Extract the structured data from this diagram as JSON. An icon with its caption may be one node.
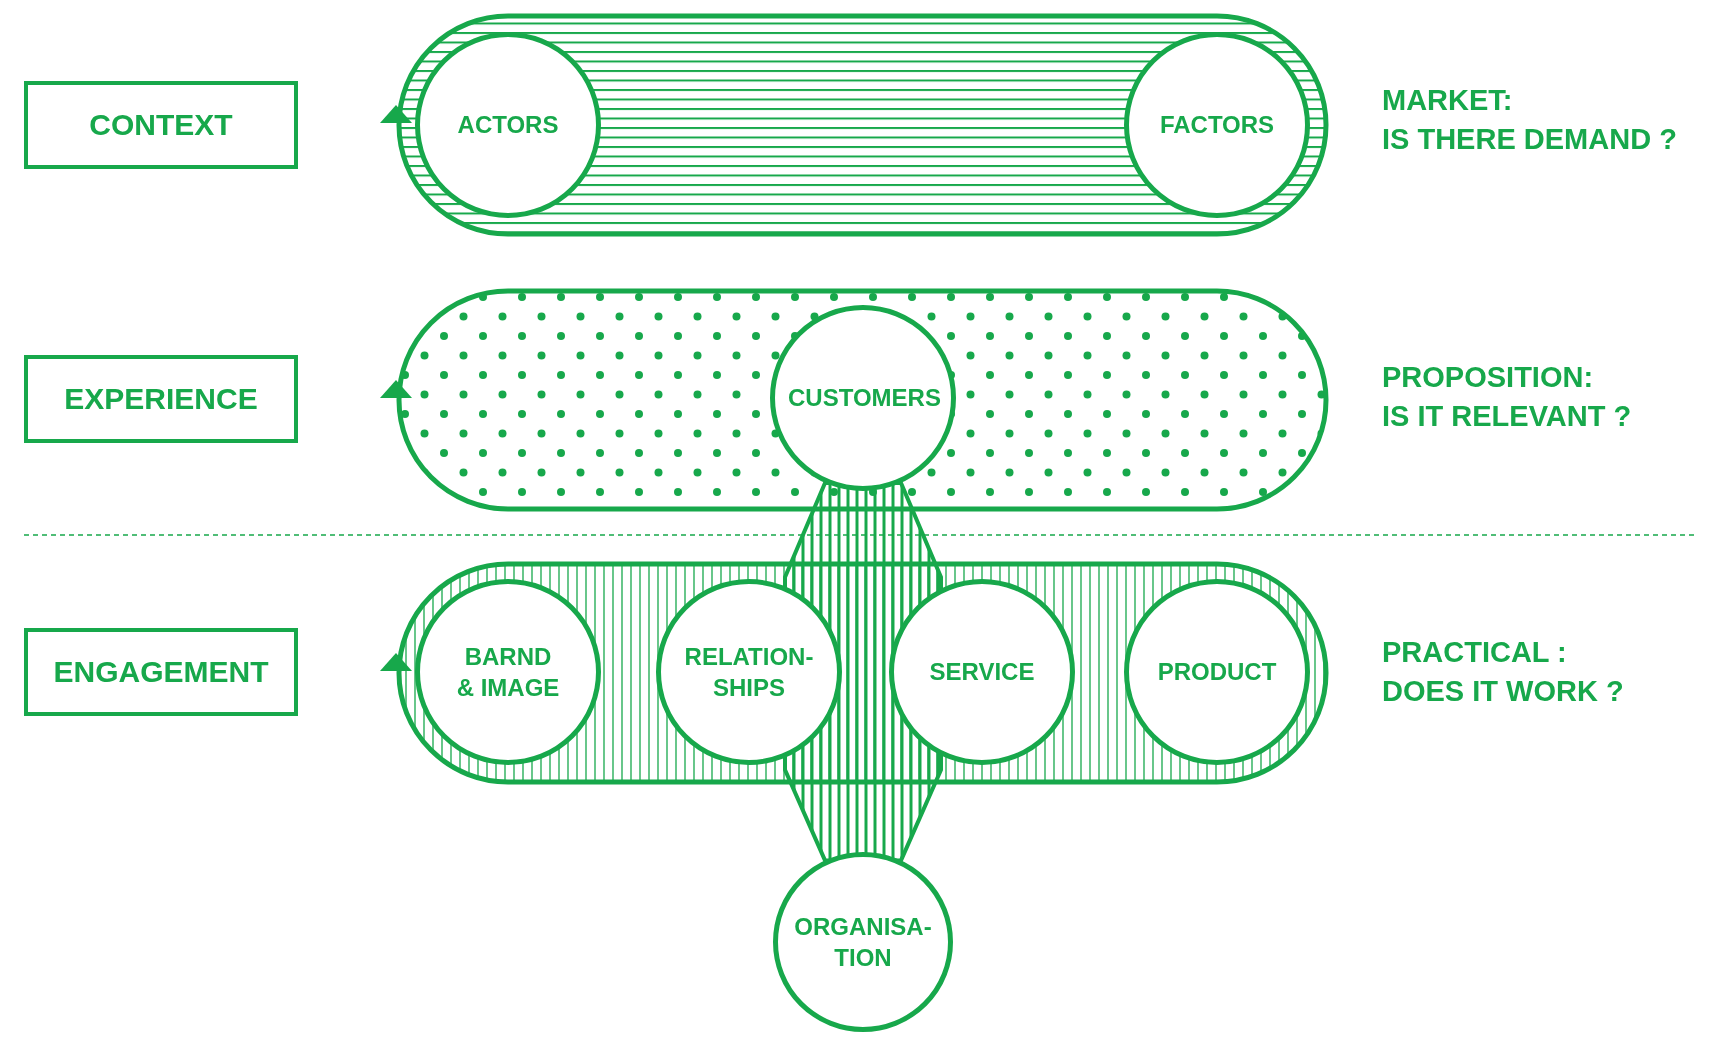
{
  "diagram": {
    "nodes": [
      {
        "text": [
          "CONTEXT"
        ]
      },
      {
        "text": [],
        "shape": "band"
      },
      {
        "text": [
          "ACTORS"
        ],
        "in": 1
      },
      {
        "text": [
          "FACTORS"
        ],
        "in": 1
      },
      {
        "text": [
          "EXPERIENCE"
        ]
      },
      {
        "text": [],
        "shape": "band"
      },
      {
        "text": [
          "CUSTOMERS"
        ],
        "in": 5
      },
      {
        "text": [
          "ENGAGEMENT"
        ]
      },
      {
        "text": [],
        "shape": "band"
      },
      {
        "text": [
          "BARND & IMAGE"
        ],
        "in": 8
      },
      {
        "text": [
          "RELATION-SHIPS"
        ],
        "in": 8
      },
      {
        "text": [
          "SERVICE"
        ],
        "in": 8
      },
      {
        "text": [
          "PRODUCT"
        ],
        "in": 8
      },
      {
        "text": [
          "ORGANISA-TION"
        ]
      }
    ],
    "edges": [
      {
        "from": 6,
        "to": 13,
        "arrow": "none",
        "style": "thick"
      }
    ],
    "labels": [
      "MARKET:",
      "IS THERE DEMAND ?",
      "PROPOSITION:",
      "IS IT RELEVANT ?",
      "PRACTICAL :",
      "DOES IT WORK ?"
    ]
  }
}
